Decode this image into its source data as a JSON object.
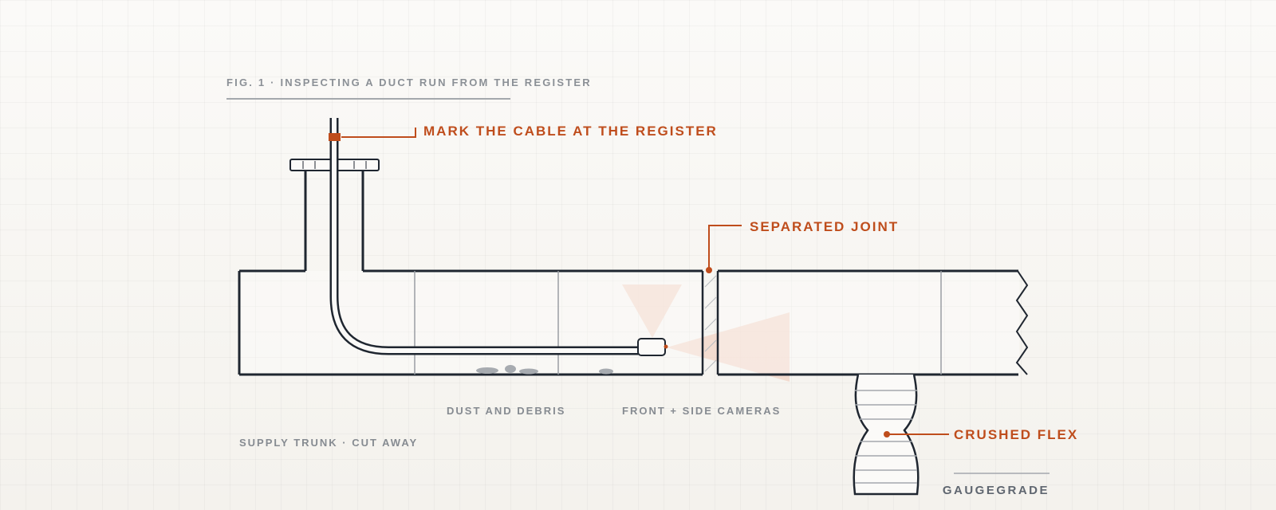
{
  "figure": {
    "caption": "FIG. 1 · INSPECTING A DUCT RUN FROM THE REGISTER"
  },
  "callouts": {
    "mark_cable": "MARK THE CABLE AT THE REGISTER",
    "separated_joint": "SEPARATED JOINT",
    "crushed_flex": "CRUSHED FLEX"
  },
  "notes": {
    "dust": "DUST AND DEBRIS",
    "cameras": "FRONT + SIDE CAMERAS",
    "trunk": "SUPPLY TRUNK · CUT AWAY"
  },
  "brand": "GAUGEGRADE",
  "colors": {
    "ink": "#1f2630",
    "accent": "#bf4d1c",
    "muted": "#8b9096",
    "camera_cone": "#f1d3c4"
  }
}
